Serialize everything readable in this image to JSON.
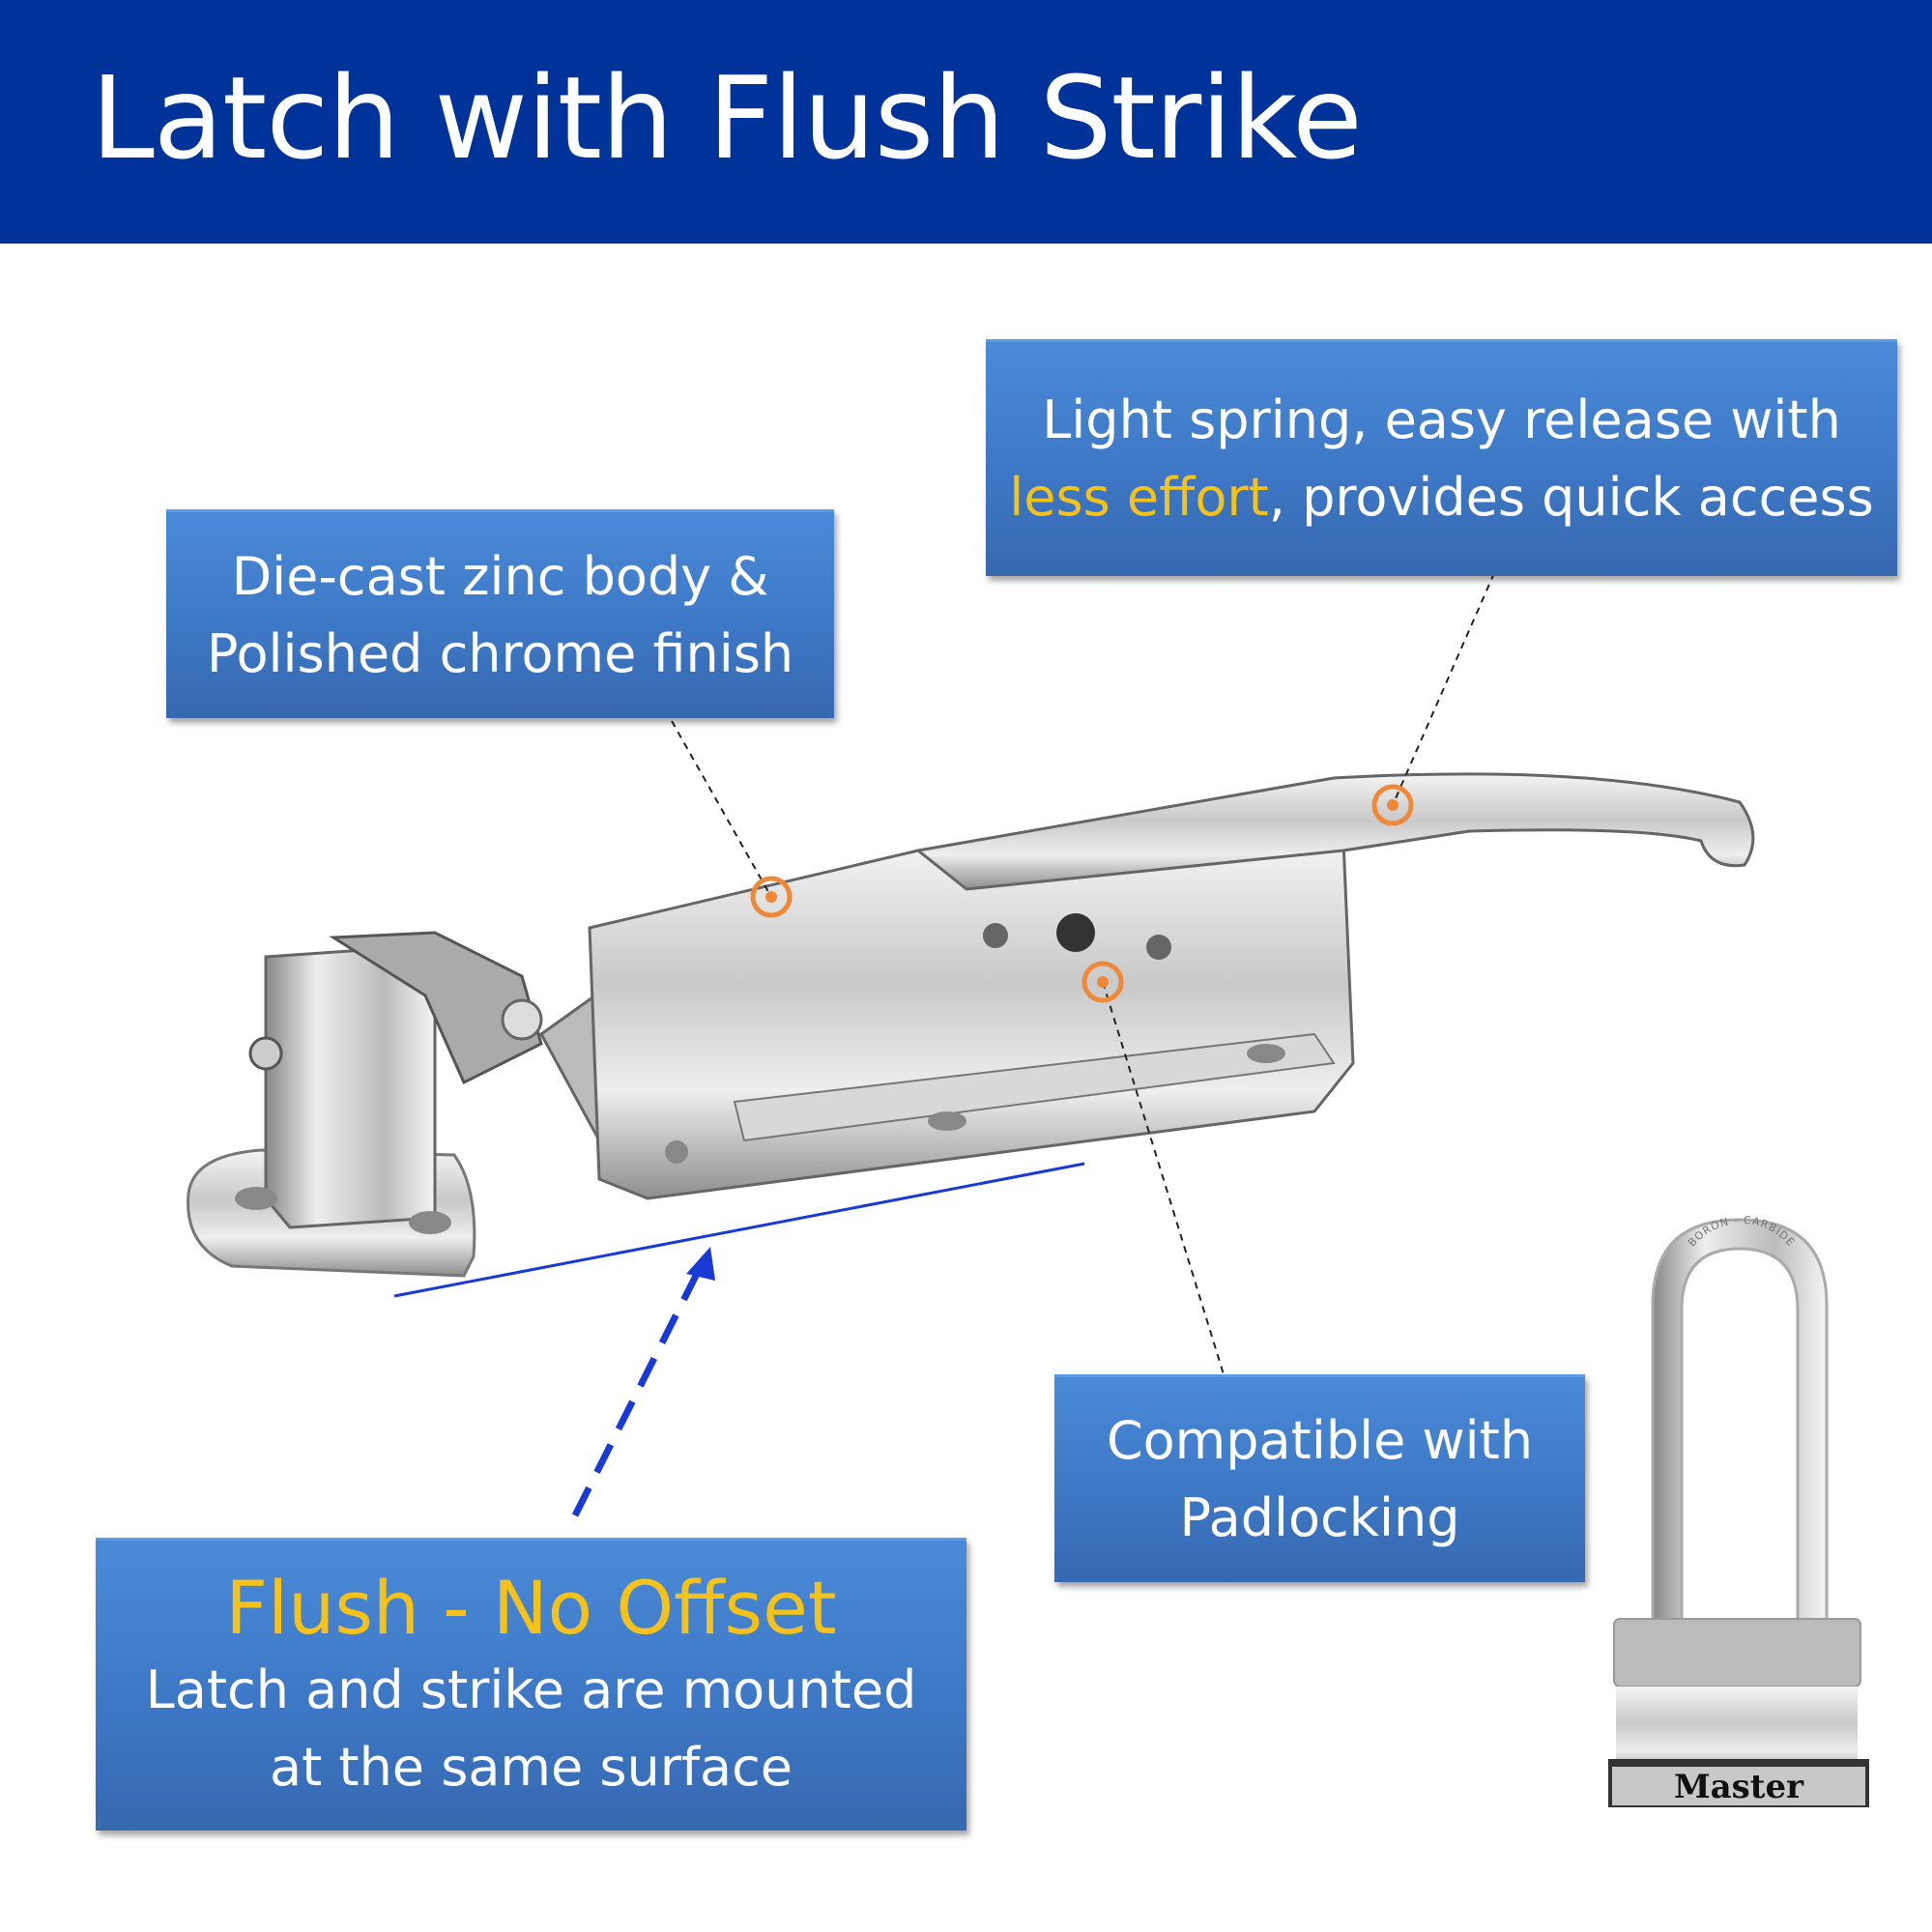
{
  "header": {
    "title": "Latch with Flush Strike"
  },
  "callouts": {
    "body": {
      "line1": "Die-cast zinc body &",
      "line2": "Polished chrome finish"
    },
    "spring": {
      "line1": "Light spring, easy release with",
      "highlight": "less effort",
      "line2_rest": ", provides quick access"
    },
    "padlock": {
      "line1": "Compatible with",
      "line2": "Padlocking"
    },
    "flush": {
      "title": "Flush - No Offset",
      "line1": "Latch and strike are mounted",
      "line2": "at the same surface"
    }
  },
  "padlock_image": {
    "brand": "Master",
    "shackle_text": "BORON - CARBIDE"
  },
  "colors": {
    "header": "#00339a",
    "callout": "#3d78c6",
    "highlight": "#f5c21b",
    "marker": "#f0883a",
    "flush_line": "#1a3ad6"
  }
}
